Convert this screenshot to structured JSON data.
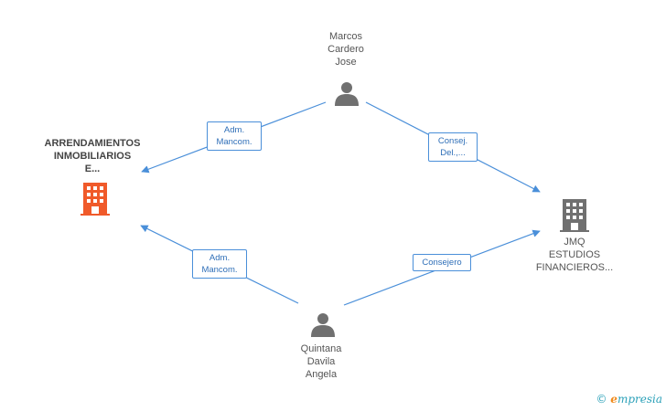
{
  "nodes": {
    "marcos": {
      "lines": [
        "Marcos",
        "Cardero",
        "Jose"
      ],
      "icon": "person-icon"
    },
    "arrendamientos": {
      "lines": [
        "ARRENDAMIENTOS",
        "INMOBILIARIOS",
        "E..."
      ],
      "icon": "building-icon",
      "color": "#f05a2a"
    },
    "jmq": {
      "lines": [
        "JMQ",
        "ESTUDIOS",
        "FINANCIEROS..."
      ],
      "icon": "building-icon",
      "color": "#707070"
    },
    "quintana": {
      "lines": [
        "Quintana",
        "Davila",
        "Angela"
      ],
      "icon": "person-icon"
    }
  },
  "edges": {
    "marcos_arrendamientos": [
      "Adm.",
      "Mancom."
    ],
    "marcos_jmq": [
      "Consej.",
      "Del.,..."
    ],
    "quintana_arrendamientos": [
      "Adm.",
      "Mancom."
    ],
    "quintana_jmq": [
      "Consejero"
    ]
  },
  "colors": {
    "edge": "#4a8fd9",
    "person": "#707070"
  },
  "footer": {
    "copyright": "©",
    "brand_initial": "e",
    "brand_rest": "mpresia"
  }
}
